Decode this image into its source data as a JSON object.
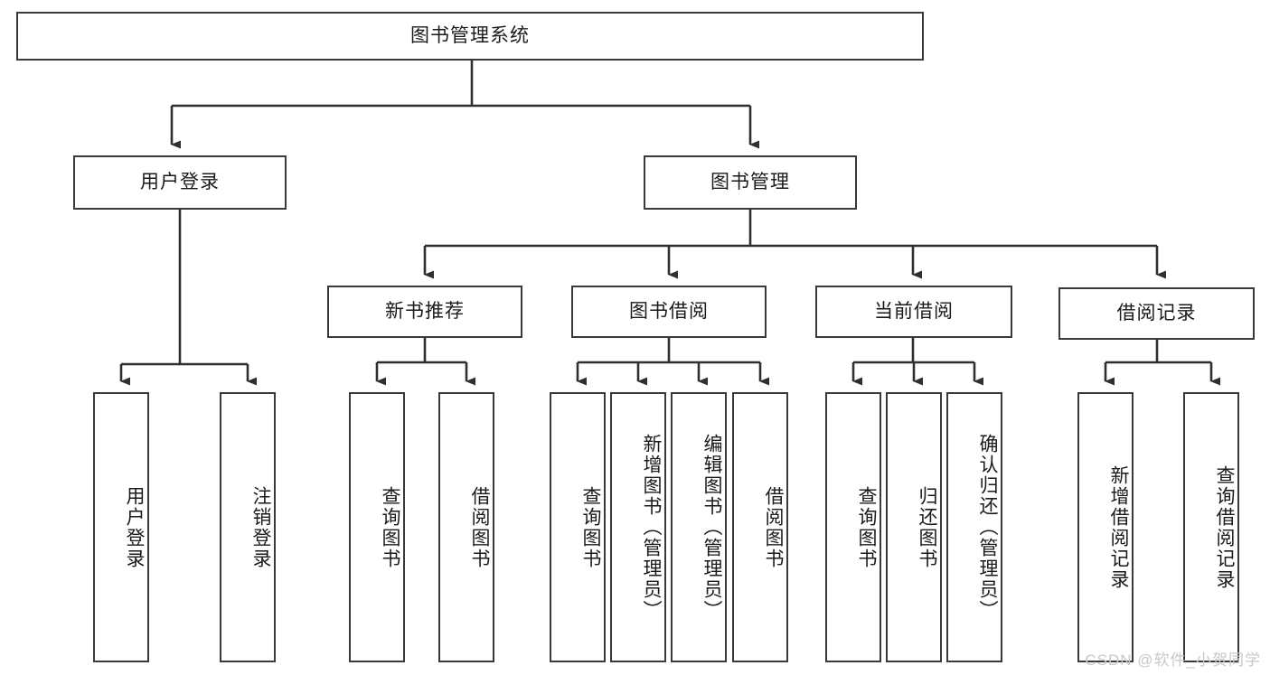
{
  "diagram": {
    "type": "tree-hierarchy-chart",
    "title": "图书管理系统",
    "colors": {
      "background": "#ffffff",
      "border": "#3a3a3a",
      "text": "#1a1a1a",
      "edge": "#2f2f2f",
      "watermark": "#c8c8c8"
    },
    "levels": {
      "root": {
        "label": "图书管理系统"
      },
      "level2": [
        {
          "id": "user-login",
          "label": "用户登录"
        },
        {
          "id": "book-management",
          "label": "图书管理"
        }
      ],
      "level3": [
        {
          "id": "new-book-recommend",
          "label": "新书推荐"
        },
        {
          "id": "book-borrow",
          "label": "图书借阅"
        },
        {
          "id": "current-borrow",
          "label": "当前借阅"
        },
        {
          "id": "borrow-record",
          "label": "借阅记录"
        }
      ],
      "leaves": {
        "user-login": [
          {
            "id": "leaf-user-login",
            "label": "用户登录"
          },
          {
            "id": "leaf-user-logout",
            "label": "注销登录"
          }
        ],
        "new-book-recommend": [
          {
            "id": "leaf-query-book-1",
            "label": "查询图书"
          },
          {
            "id": "leaf-borrow-book-1",
            "label": "借阅图书"
          }
        ],
        "book-borrow": [
          {
            "id": "leaf-query-book-2",
            "label": "查询图书"
          },
          {
            "id": "leaf-add-book",
            "label": "新增图书（管理员）"
          },
          {
            "id": "leaf-edit-book",
            "label": "编辑图书（管理员）"
          },
          {
            "id": "leaf-borrow-book-2",
            "label": "借阅图书"
          }
        ],
        "current-borrow": [
          {
            "id": "leaf-query-book-3",
            "label": "查询图书"
          },
          {
            "id": "leaf-return-book",
            "label": "归还图书"
          },
          {
            "id": "leaf-confirm-return",
            "label": "确认归还（管理员）"
          }
        ],
        "borrow-record": [
          {
            "id": "leaf-add-record",
            "label": "新增借阅记录"
          },
          {
            "id": "leaf-query-record",
            "label": "查询借阅记录"
          }
        ]
      }
    },
    "watermark": "CSDN @软件_小贺同学"
  }
}
